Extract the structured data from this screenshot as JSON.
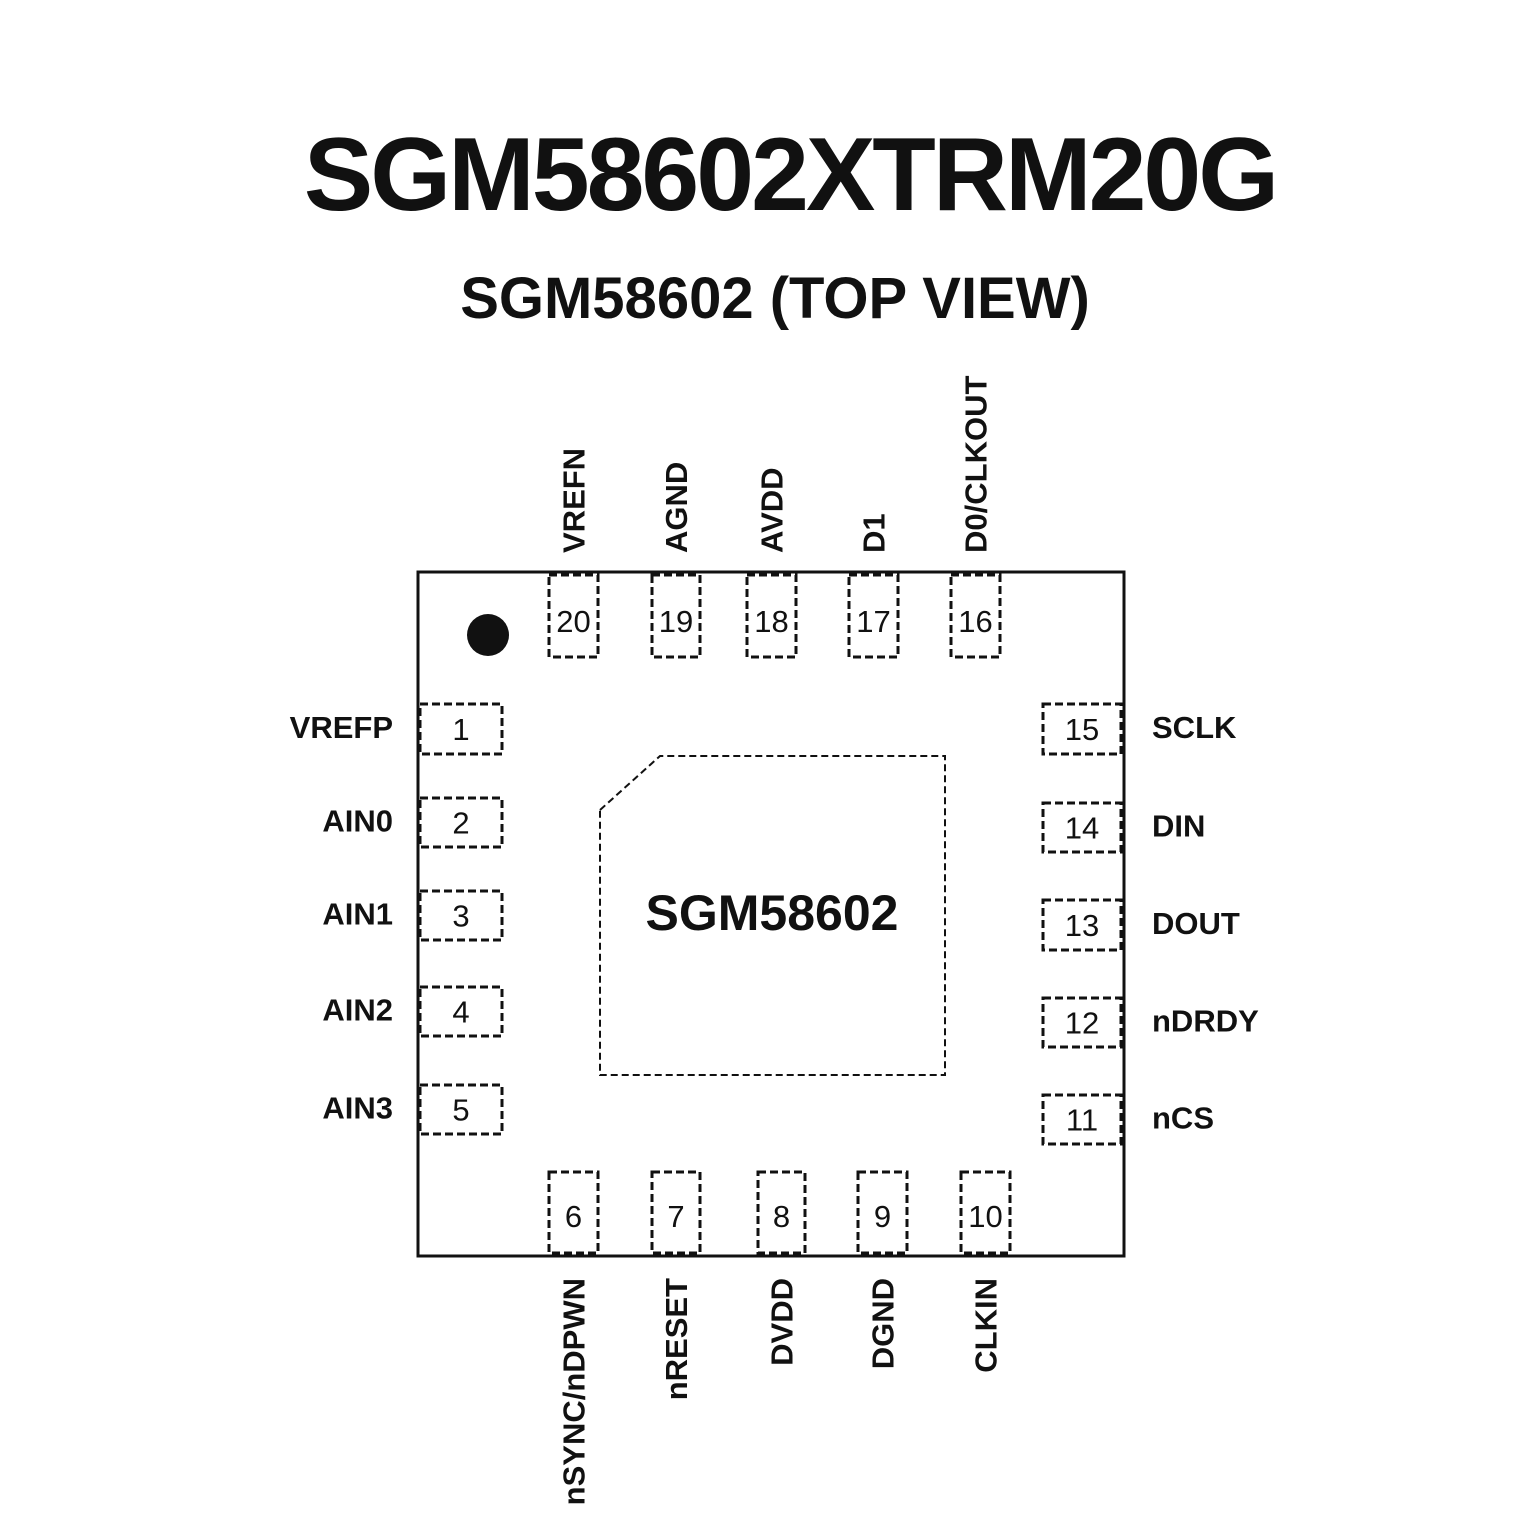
{
  "title": "SGM58602XTRM20G",
  "subtitle": "SGM58602 (TOP VIEW)",
  "package_label": "SGM58602",
  "pins": {
    "top": [
      {
        "num": "20",
        "name": "VREFN"
      },
      {
        "num": "19",
        "name": "AGND"
      },
      {
        "num": "18",
        "name": "AVDD"
      },
      {
        "num": "17",
        "name": "D1"
      },
      {
        "num": "16",
        "name": "D0/CLKOUT"
      }
    ],
    "left": [
      {
        "num": "1",
        "name": "VREFP"
      },
      {
        "num": "2",
        "name": "AIN0"
      },
      {
        "num": "3",
        "name": "AIN1"
      },
      {
        "num": "4",
        "name": "AIN2"
      },
      {
        "num": "5",
        "name": "AIN3"
      }
    ],
    "right": [
      {
        "num": "15",
        "name": "SCLK"
      },
      {
        "num": "14",
        "name": "DIN"
      },
      {
        "num": "13",
        "name": "DOUT"
      },
      {
        "num": "12",
        "name": "nDRDY"
      },
      {
        "num": "11",
        "name": "nCS"
      }
    ],
    "bottom": [
      {
        "num": "6",
        "name": "nSYNC/nDPWN"
      },
      {
        "num": "7",
        "name": "nRESET"
      },
      {
        "num": "8",
        "name": "DVDD"
      },
      {
        "num": "9",
        "name": "DGND"
      },
      {
        "num": "10",
        "name": "CLKIN"
      }
    ]
  }
}
